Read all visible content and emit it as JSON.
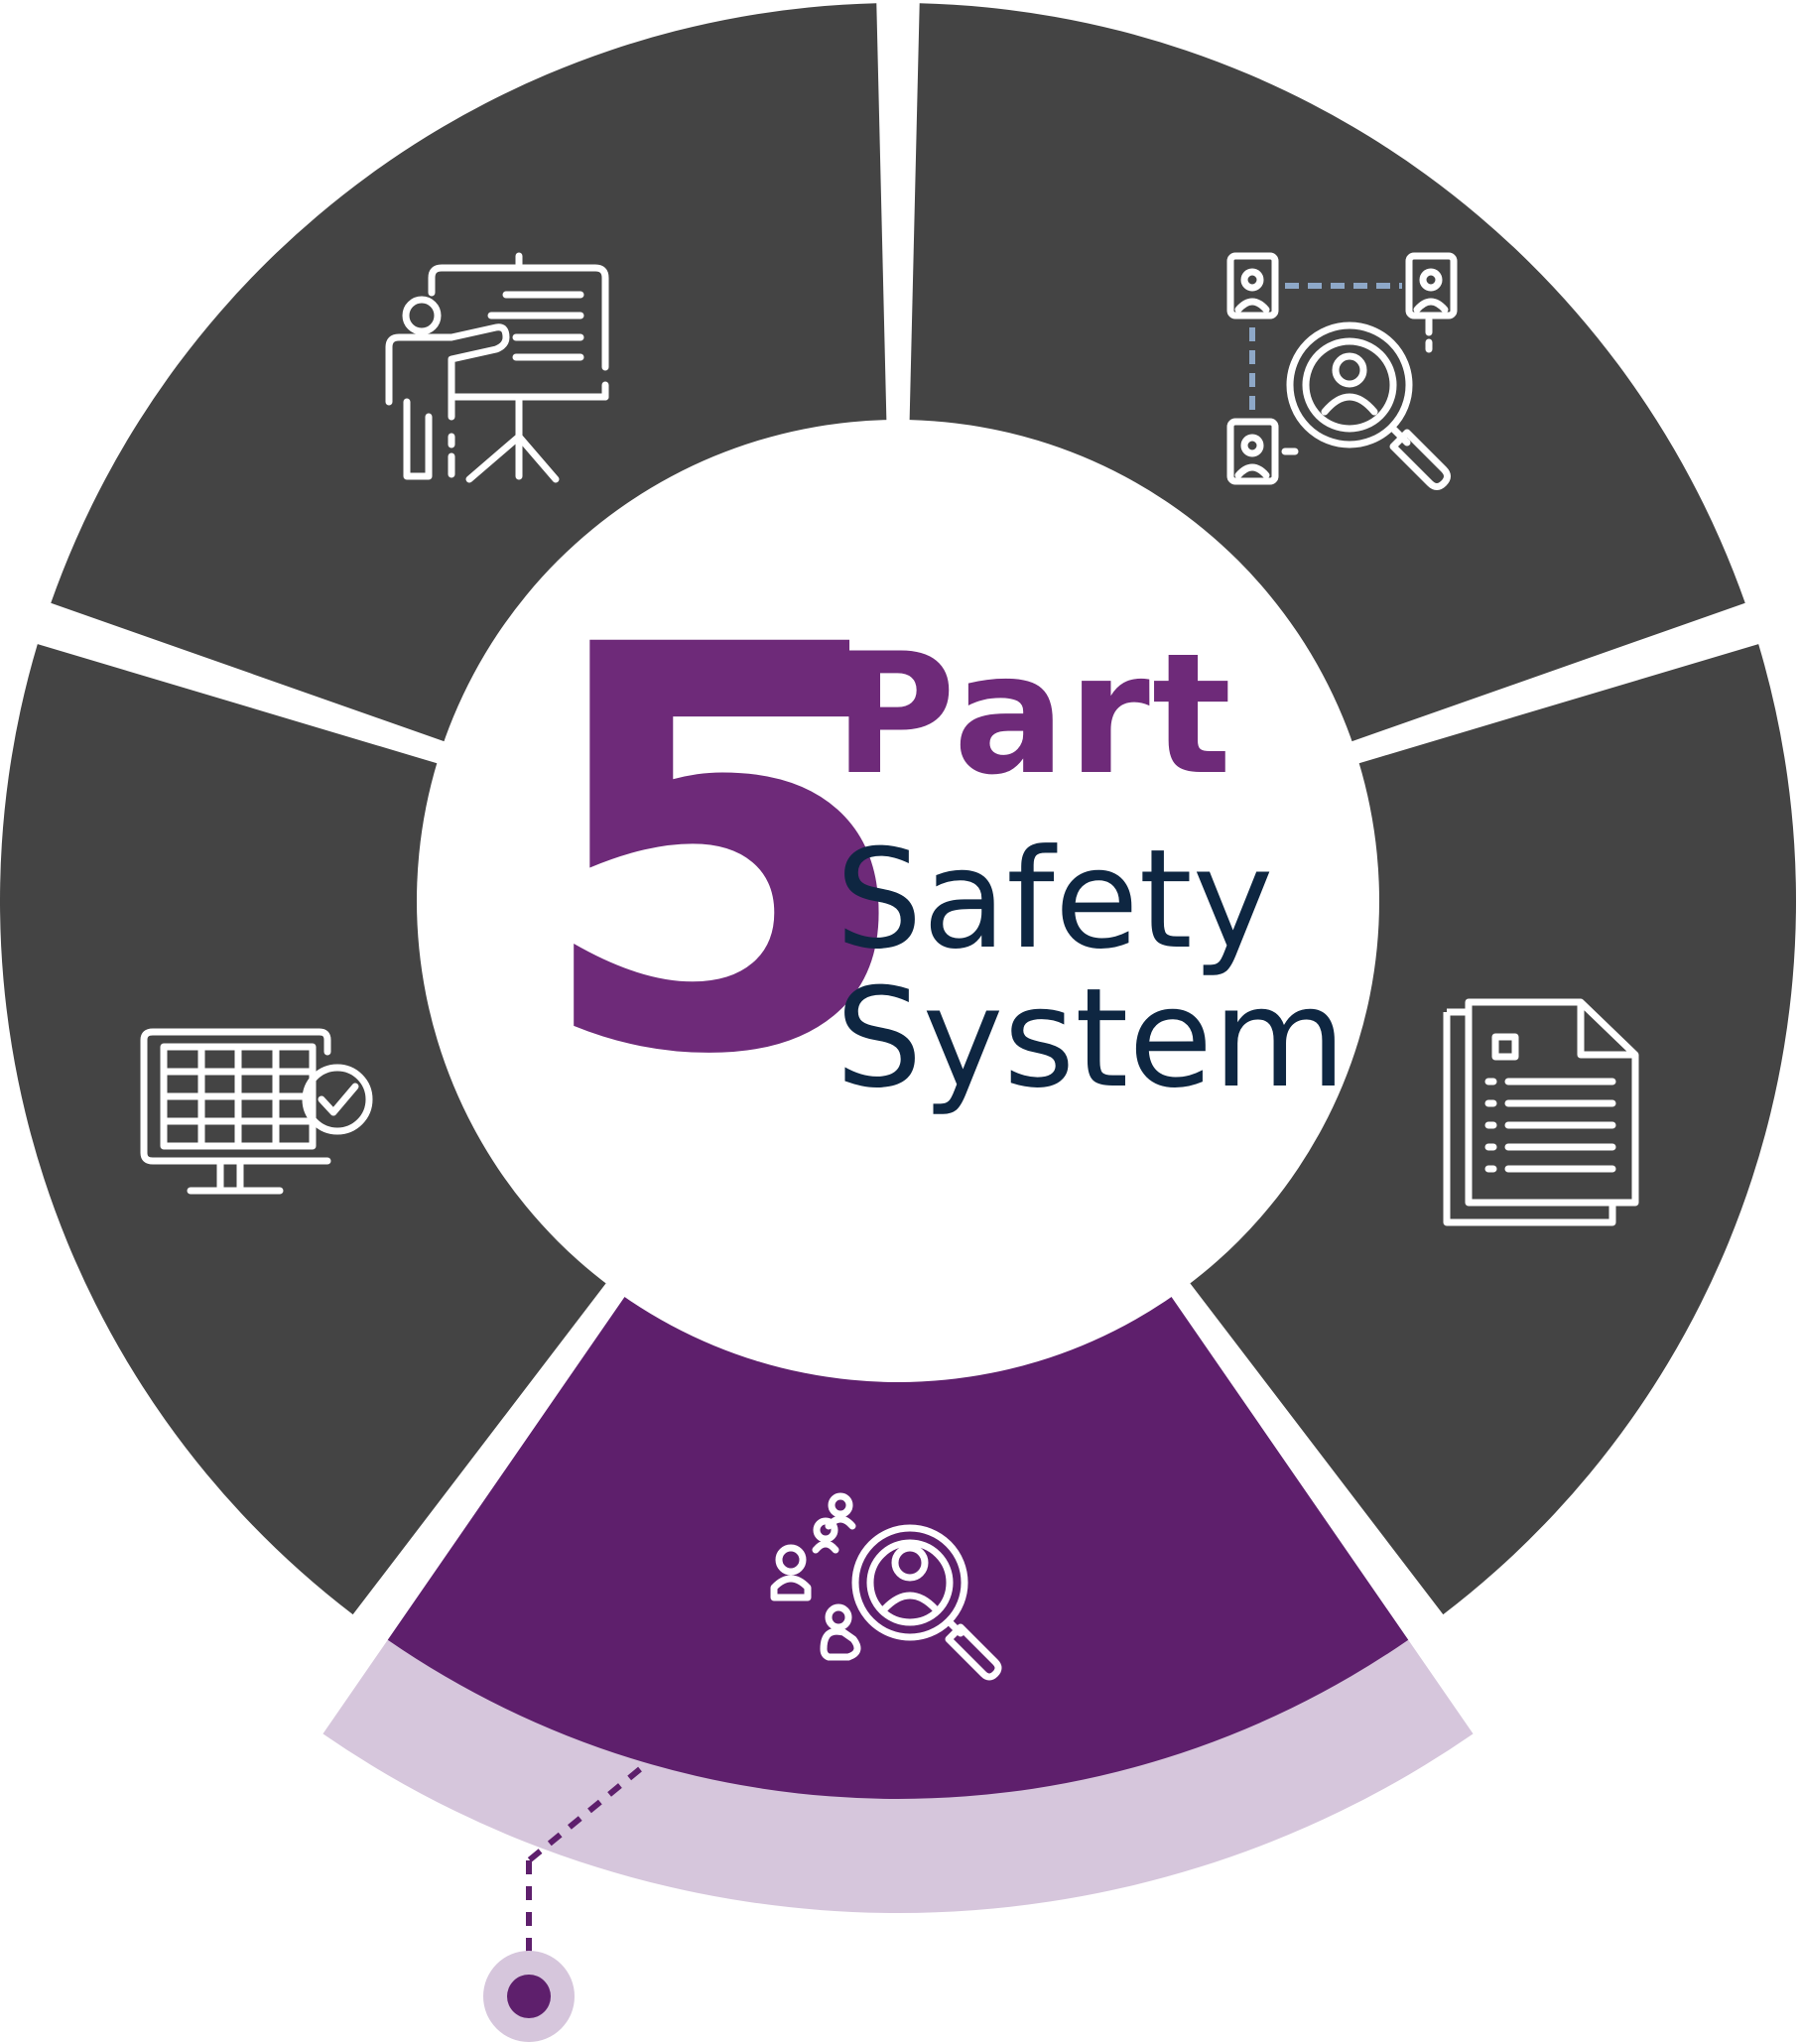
{
  "center": {
    "number": "5",
    "title_line1": "Part",
    "title_line2": "Safety",
    "title_line3": "System"
  },
  "segments": [
    {
      "icon": "presentation-icon",
      "highlighted": false
    },
    {
      "icon": "network-search-icon",
      "highlighted": false
    },
    {
      "icon": "document-icon",
      "highlighted": false
    },
    {
      "icon": "people-search-icon",
      "highlighted": true
    },
    {
      "icon": "monitor-checklist-icon",
      "highlighted": false
    }
  ],
  "colors": {
    "segment": "#444444",
    "highlight": "#5E1F6C",
    "highlight_light": "#D6C6DC",
    "title_purple": "#6E2A79",
    "title_navy": "#0E2641",
    "icon_dotted": "#8EA8C8"
  }
}
